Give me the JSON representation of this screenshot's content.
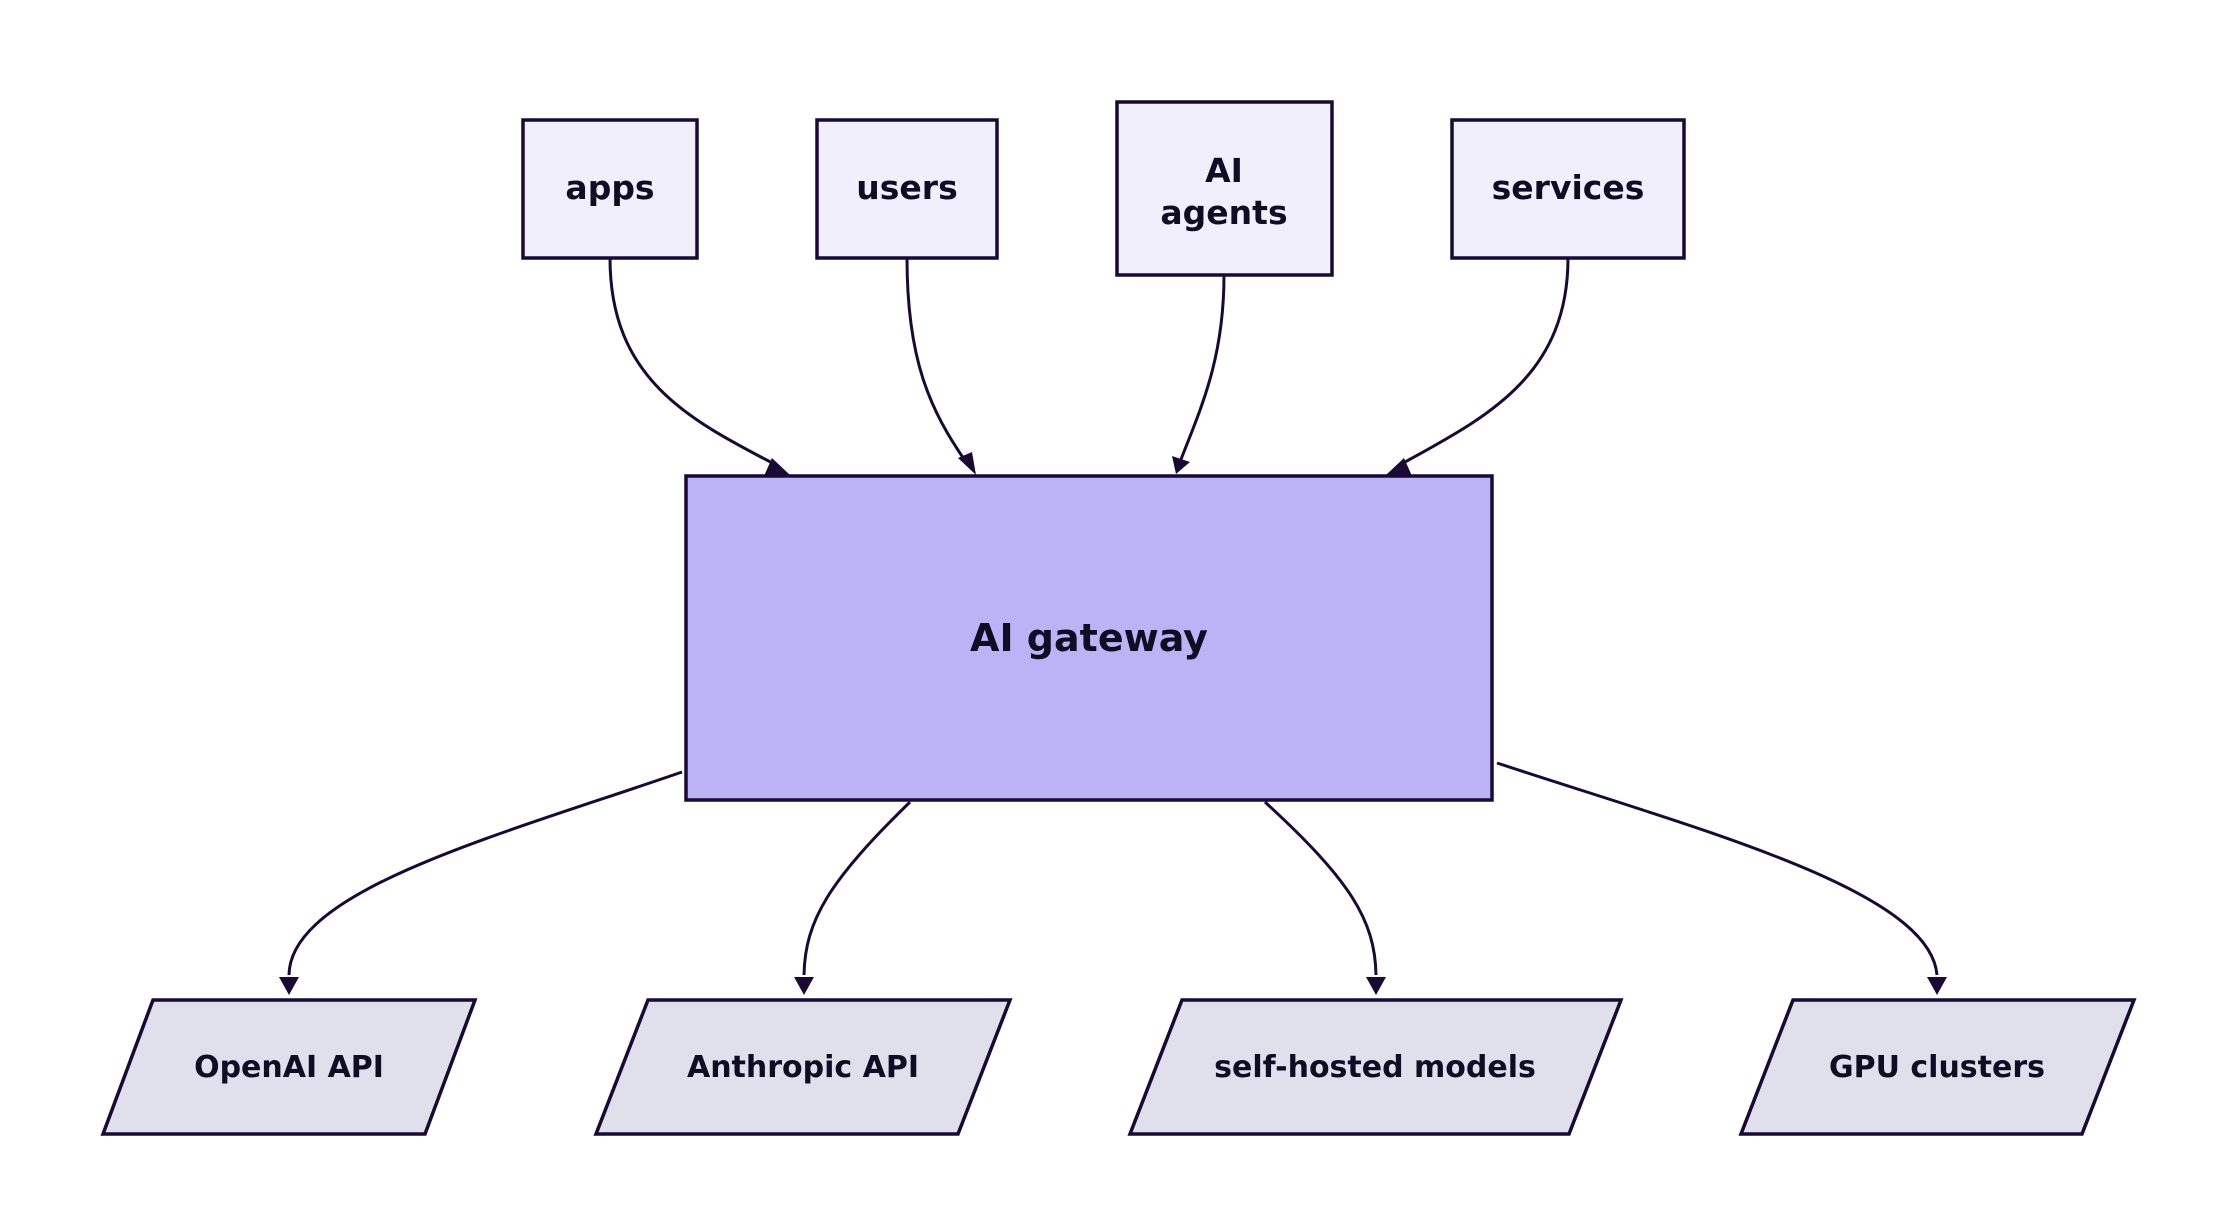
{
  "colors": {
    "stroke": "#1a0a33",
    "source_fill": "#f2effd",
    "gateway_fill": "#bbb3f5",
    "target_fill": "#dfe0ec",
    "text": "#0f0c24"
  },
  "sources": [
    {
      "id": "apps",
      "label": [
        "apps"
      ]
    },
    {
      "id": "users",
      "label": [
        "users"
      ]
    },
    {
      "id": "ai-agents",
      "label": [
        "AI",
        "agents"
      ]
    },
    {
      "id": "services",
      "label": [
        "services"
      ]
    }
  ],
  "gateway": {
    "label": "AI gateway"
  },
  "targets": [
    {
      "id": "openai-api",
      "label": "OpenAI API"
    },
    {
      "id": "anthropic-api",
      "label": "Anthropic API"
    },
    {
      "id": "self-hosted-models",
      "label": "self-hosted models"
    },
    {
      "id": "gpu-clusters",
      "label": "GPU clusters"
    }
  ],
  "edges": [
    {
      "from": "apps",
      "to": "gateway"
    },
    {
      "from": "users",
      "to": "gateway"
    },
    {
      "from": "ai-agents",
      "to": "gateway"
    },
    {
      "from": "services",
      "to": "gateway"
    },
    {
      "from": "gateway",
      "to": "openai-api"
    },
    {
      "from": "gateway",
      "to": "anthropic-api"
    },
    {
      "from": "gateway",
      "to": "self-hosted-models"
    },
    {
      "from": "gateway",
      "to": "gpu-clusters"
    }
  ]
}
